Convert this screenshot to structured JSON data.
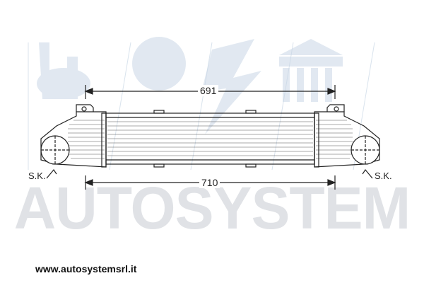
{
  "diagram": {
    "length_top": "691",
    "length_bottom": "710",
    "label_left": "S.K.",
    "label_right": "S.K."
  },
  "watermark": {
    "text": "AUTOSYSTEM",
    "url": "www.autosystemsrl.it",
    "color": "#c8ccd2"
  },
  "colors": {
    "line": "#222222",
    "watermark": "#c8ccd2"
  }
}
